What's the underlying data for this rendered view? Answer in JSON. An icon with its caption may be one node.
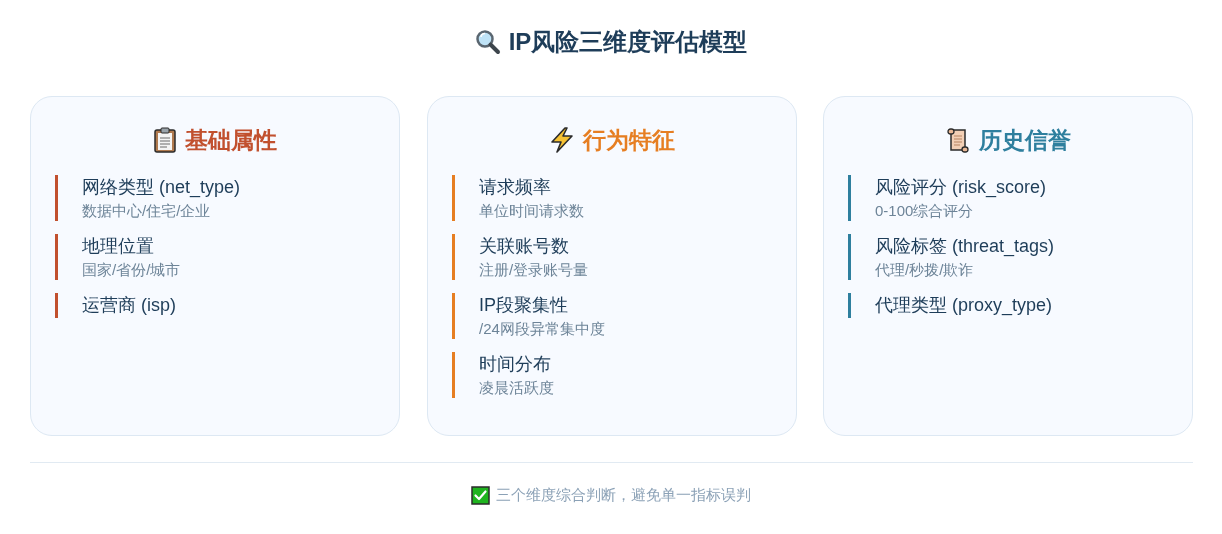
{
  "diagram": {
    "title": "IP风险三维度评估模型",
    "caption": "三个维度综合判断，避免单一指标误判",
    "nodes": [
      {
        "text": [
          "基础属性"
        ]
      },
      {
        "text": [
          "网络类型 (net_type)",
          "数据中心/住宅/企业"
        ],
        "in": 0
      },
      {
        "text": [
          "地理位置",
          "国家/省份/城市"
        ],
        "in": 0
      },
      {
        "text": [
          "运营商 (isp)"
        ],
        "in": 0
      },
      {
        "text": [
          "行为特征"
        ]
      },
      {
        "text": [
          "请求频率",
          "单位时间请求数"
        ],
        "in": 4
      },
      {
        "text": [
          "关联账号数",
          "注册/登录账号量"
        ],
        "in": 4
      },
      {
        "text": [
          "IP段聚集性",
          "/24网段异常集中度"
        ],
        "in": 4
      },
      {
        "text": [
          "时间分布",
          "凌晨活跃度"
        ],
        "in": 4
      },
      {
        "text": [
          "历史信誉"
        ]
      },
      {
        "text": [
          "风险评分 (risk_score)",
          "0-100综合评分"
        ],
        "in": 9
      },
      {
        "text": [
          "风险标签 (threat_tags)",
          "代理/秒拨/欺诈"
        ],
        "in": 9
      },
      {
        "text": [
          "代理类型 (proxy_type)"
        ],
        "in": 9
      }
    ]
  }
}
